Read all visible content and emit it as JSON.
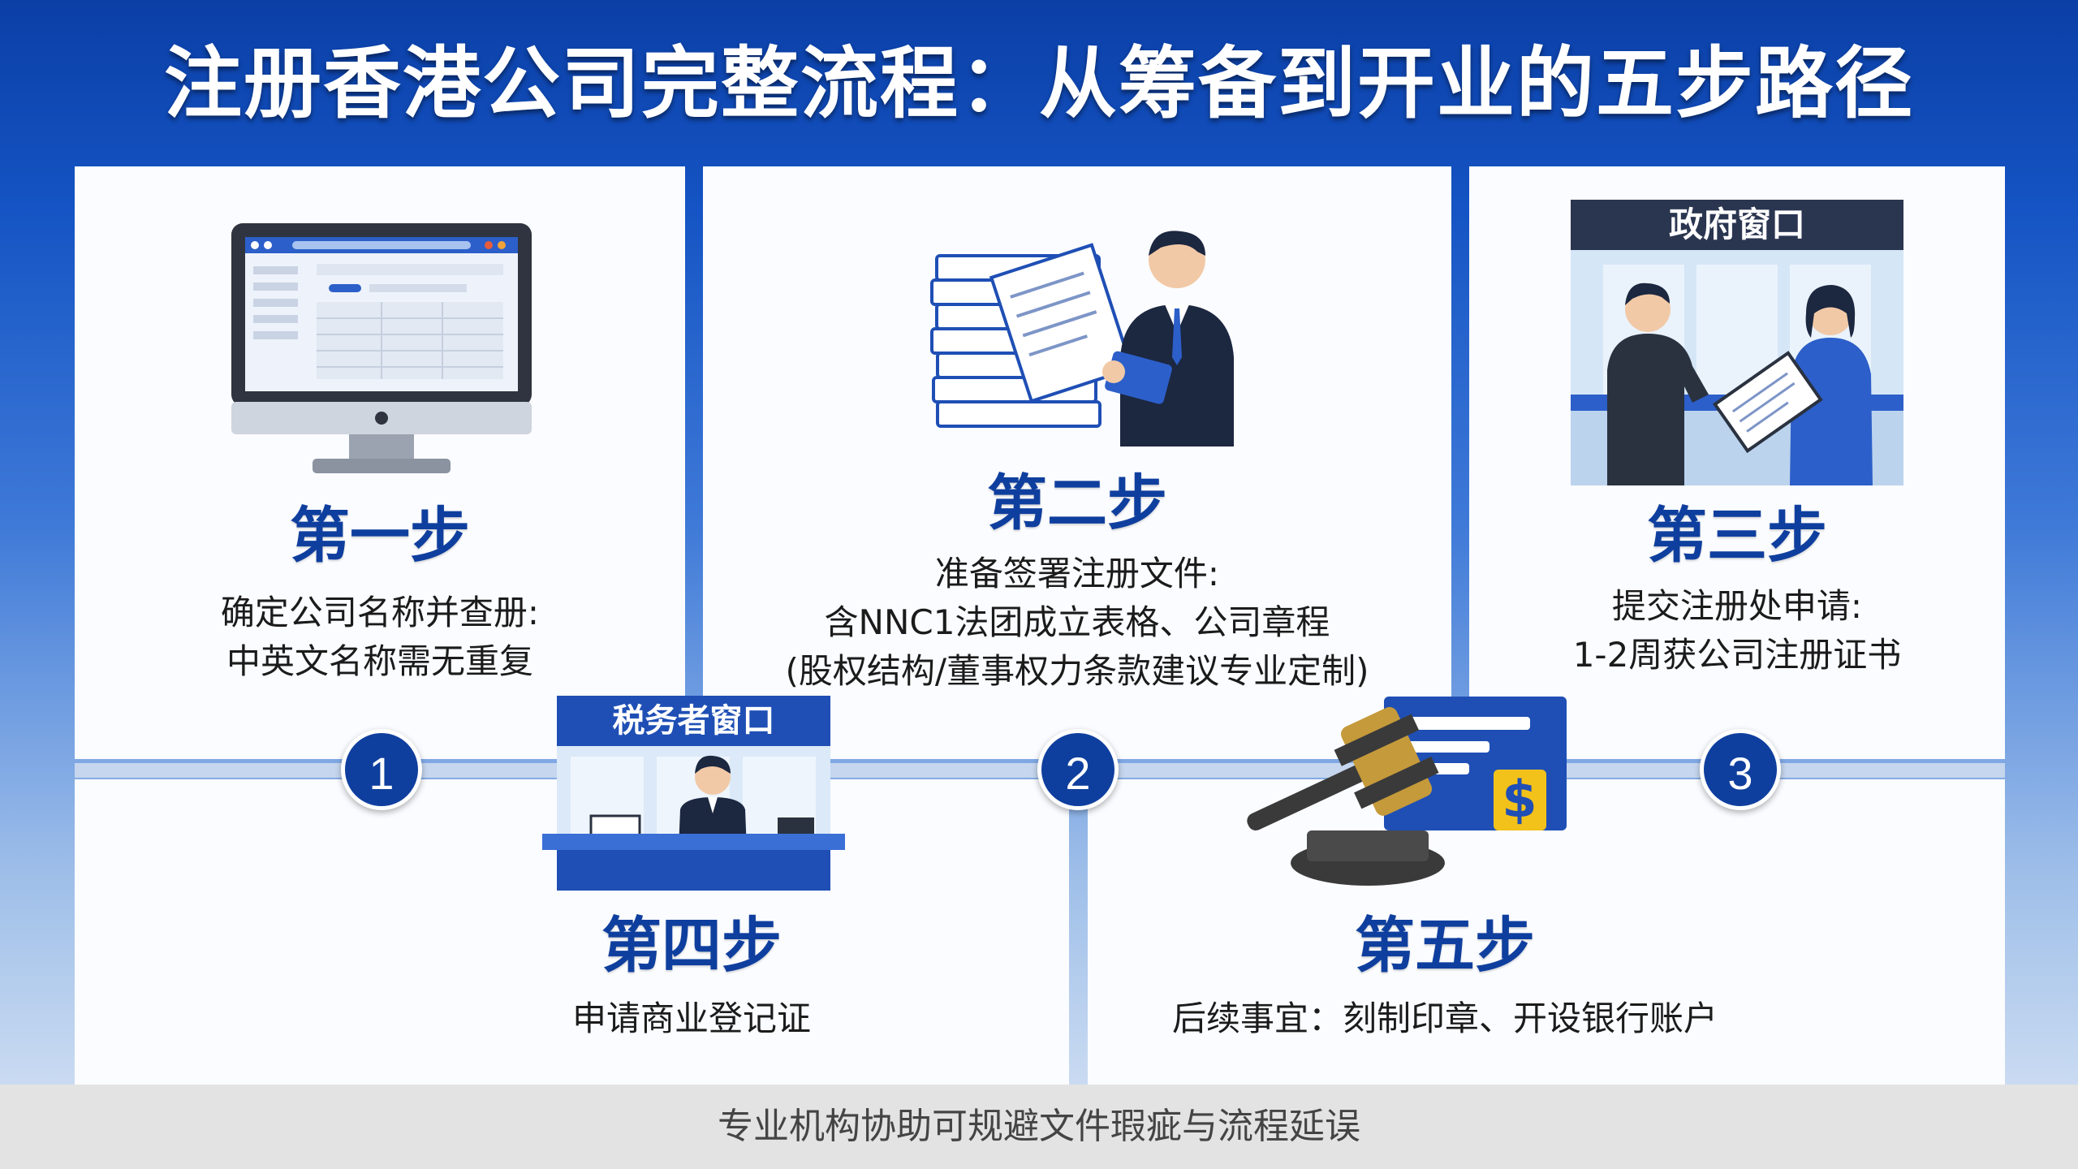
{
  "title": "注册香港公司完整流程：从筹备到开业的五步路径",
  "steps": [
    {
      "number": "1",
      "title": "第一步",
      "lines": [
        "确定公司名称并查册:",
        "中英文名称需无重复"
      ]
    },
    {
      "number": "2",
      "title": "第二步",
      "lines": [
        "准备签署注册文件:",
        "含NNC1法团成立表格、公司章程",
        "(股权结构/董事权力条款建议专业定制)"
      ]
    },
    {
      "number": "3",
      "title": "第三步",
      "lines": [
        "提交注册处申请:",
        "1-2周获公司注册证书"
      ]
    },
    {
      "title": "第四步",
      "lines": [
        "申请商业登记证"
      ]
    },
    {
      "title": "第五步",
      "lines": [
        "后续事宜：刻制印章、开设银行账户"
      ]
    }
  ],
  "signs": {
    "government_window": "政府窗口",
    "tax_window": "税务者窗口"
  },
  "footer": "专业机构协助可规避文件瑕疵与流程延误",
  "icons": [
    "computer-monitor-icon",
    "document-stack-businessman-icon",
    "government-window-icon",
    "tax-window-icon",
    "gavel-certificate-icon"
  ],
  "colors": {
    "primary_blue": "#0f3f9e",
    "title_white": "#ffffff",
    "footer_gray": "#e3e3e3"
  }
}
